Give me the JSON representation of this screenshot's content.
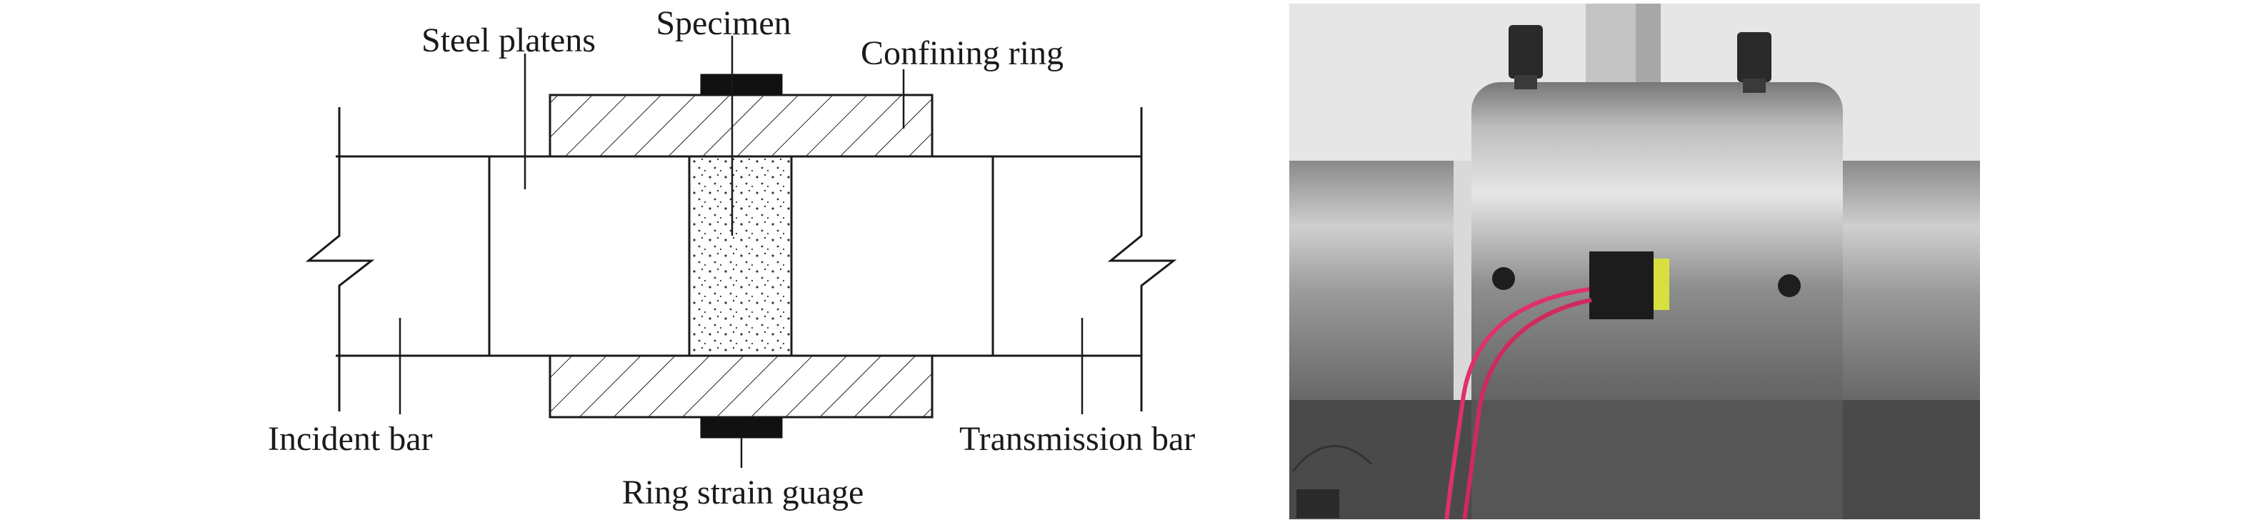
{
  "schematic": {
    "labels": {
      "specimen": "Specimen",
      "steel_platens": "Steel platens",
      "confining_ring": "Confining ring",
      "incident_bar": "Incident bar",
      "transmission_bar": "Transmission bar",
      "ring_strain_gauge": "Ring strain guage"
    }
  },
  "photo": {
    "description_icon": "confining-ring-photo",
    "colors": {
      "background": "#dedede",
      "metal": "#9a9a9a",
      "wire": "#e0306a",
      "gauge_tape": "#d8e040"
    }
  }
}
